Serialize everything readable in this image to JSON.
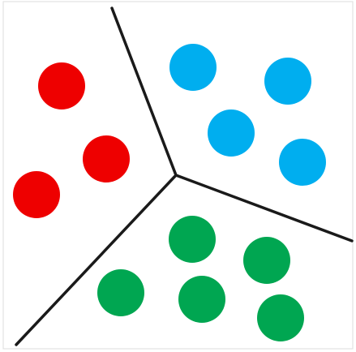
{
  "diagram": {
    "type": "voronoi-partition",
    "regions": [
      {
        "name": "left",
        "color": "#ee0000",
        "point_count": 3
      },
      {
        "name": "top-right",
        "color": "#00aeef",
        "point_count": 4
      },
      {
        "name": "bottom",
        "color": "#00a651",
        "point_count": 5
      }
    ],
    "boundary_color": "#1a1a1a",
    "background": "#ffffff",
    "frame_color": "#dddddd"
  }
}
